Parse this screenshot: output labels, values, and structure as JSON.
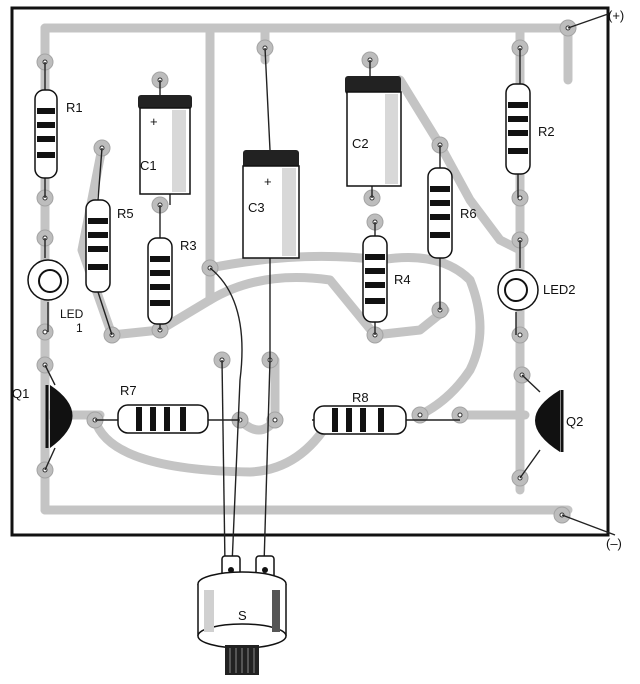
{
  "diagram": {
    "terminals": {
      "positive": "(+)",
      "negative": "(–)"
    },
    "resistors": [
      "R1",
      "R2",
      "R3",
      "R4",
      "R5",
      "R6",
      "R7",
      "R8"
    ],
    "capacitors": [
      "C1",
      "C2",
      "C3"
    ],
    "capacitor_polarity": "+",
    "leds": {
      "led1_line1": "LED",
      "led1_line2": "1",
      "led2": "LED2"
    },
    "transistors": [
      "Q1",
      "Q2"
    ],
    "switch": "S"
  }
}
